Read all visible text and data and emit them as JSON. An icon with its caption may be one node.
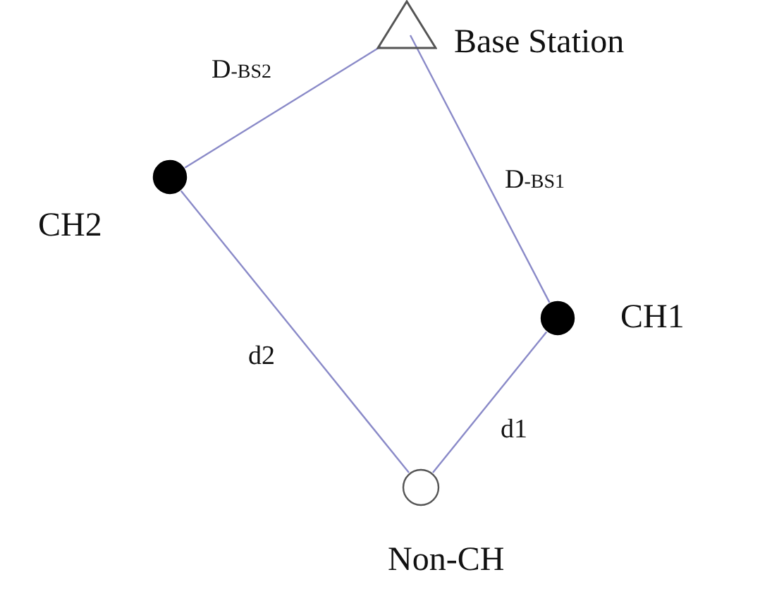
{
  "diagram": {
    "nodes": [
      {
        "text": [],
        "shape": "triangle",
        "beside": [
          "Base Station"
        ]
      },
      {
        "text": [],
        "shape": "circle",
        "beside": [
          "CH2"
        ]
      },
      {
        "text": [],
        "shape": "circle",
        "beside": [
          "CH1"
        ]
      },
      {
        "text": [],
        "shape": "circle",
        "beside": [
          "Non-CH"
        ]
      }
    ],
    "edges": [
      {
        "from": 0,
        "to": 1,
        "arrow": "none",
        "label": "D$_{-BS2}$"
      },
      {
        "from": 0,
        "to": 2,
        "arrow": "none",
        "label": "D$_{-BS1}$"
      },
      {
        "from": 1,
        "to": 3,
        "arrow": "none",
        "label": "d2"
      },
      {
        "from": 2,
        "to": 3,
        "arrow": "none",
        "label": "d1"
      }
    ]
  }
}
